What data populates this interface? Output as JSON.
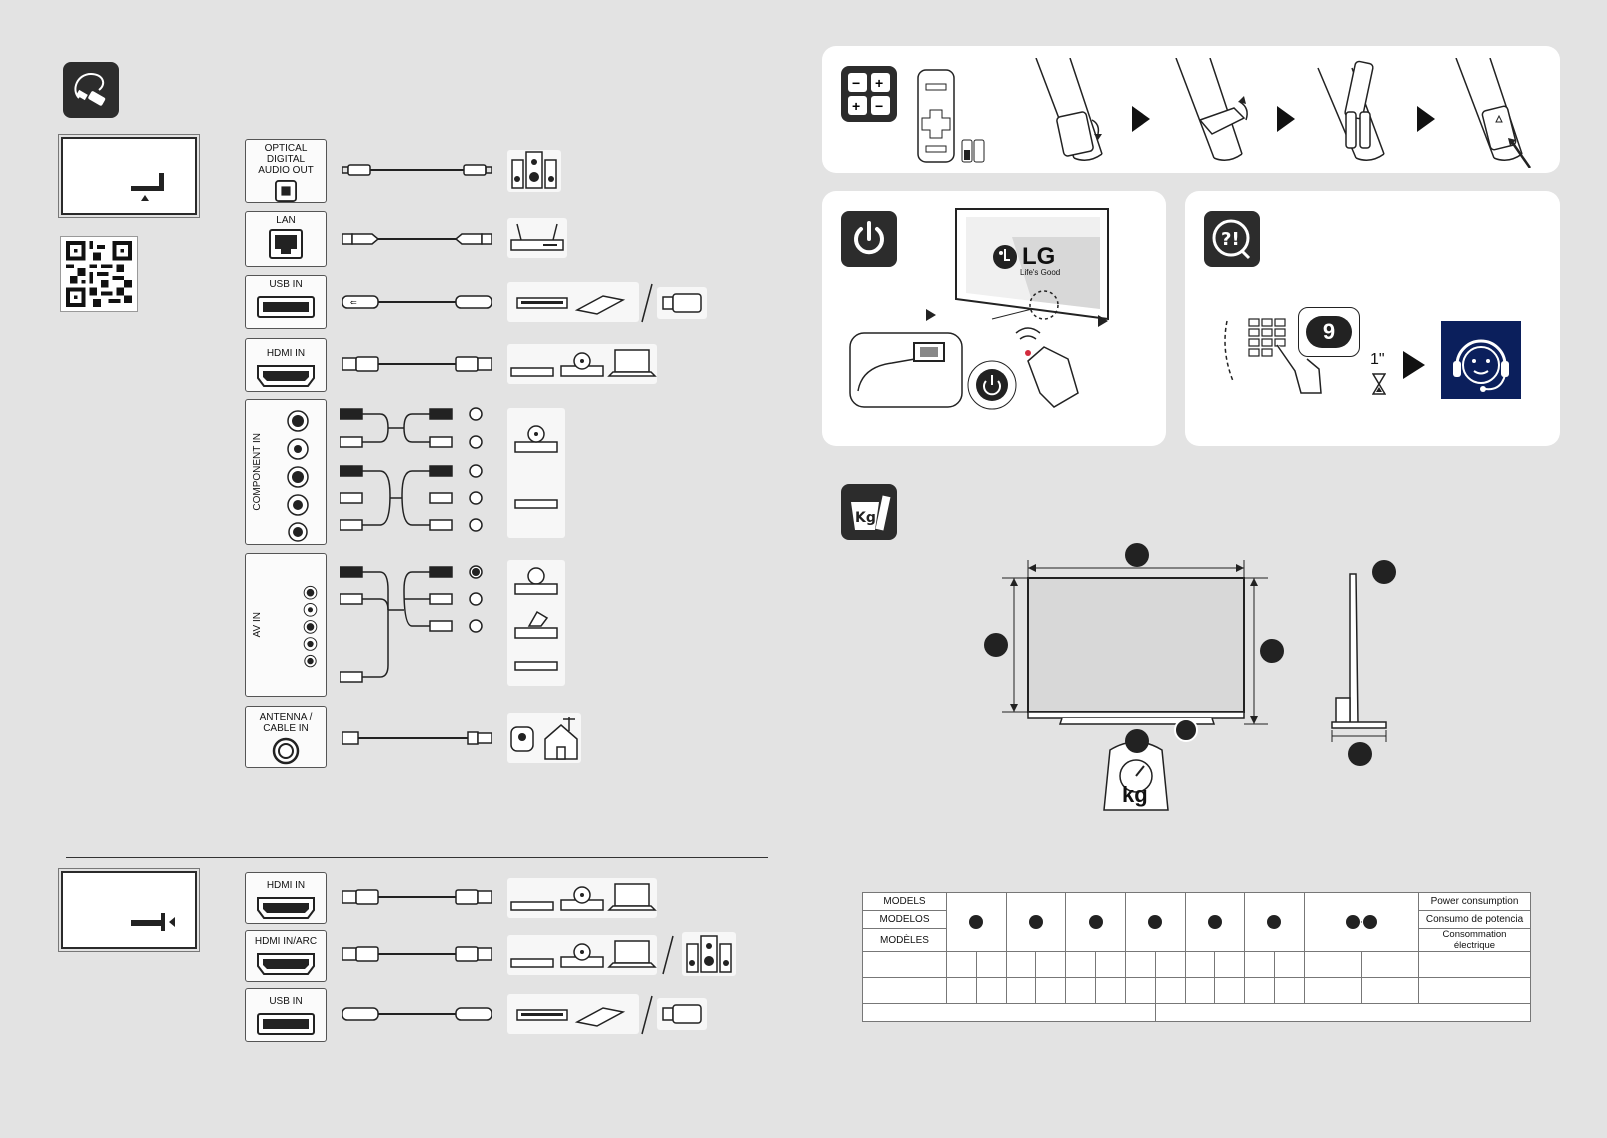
{
  "ports_main": [
    {
      "id": "optical",
      "label": "OPTICAL DIGITAL\nAUDIO OUT"
    },
    {
      "id": "lan",
      "label": "LAN"
    },
    {
      "id": "usb",
      "label": "USB IN"
    },
    {
      "id": "hdmi",
      "label": "HDMI IN"
    },
    {
      "id": "component",
      "label": "COMPONENT IN"
    },
    {
      "id": "av",
      "label": "AV IN"
    },
    {
      "id": "antenna",
      "label": "ANTENNA /\nCABLE IN"
    }
  ],
  "ports_side": [
    {
      "id": "hdmi",
      "label": "HDMI IN"
    },
    {
      "id": "hdmi-arc",
      "label": "HDMI IN/ARC"
    },
    {
      "id": "usb",
      "label": "USB IN"
    }
  ],
  "remote_steps": 4,
  "power_panel": {
    "brand": "LG",
    "slogan": "Life's Good"
  },
  "support_panel": {
    "key": "9",
    "duration": "1\""
  },
  "weight": {
    "unit": "kg",
    "icon_text": "Kg"
  },
  "specs": {
    "model_labels": [
      "MODELS",
      "MODELOS",
      "MODÈLES"
    ],
    "power_labels": [
      "Power consumption",
      "Consumo de potencia",
      "Consommation électrique"
    ]
  },
  "colors": {
    "tile": "#2c2c2c",
    "support_face": "#0b1f5c",
    "power_accent": "#d32b3d"
  }
}
